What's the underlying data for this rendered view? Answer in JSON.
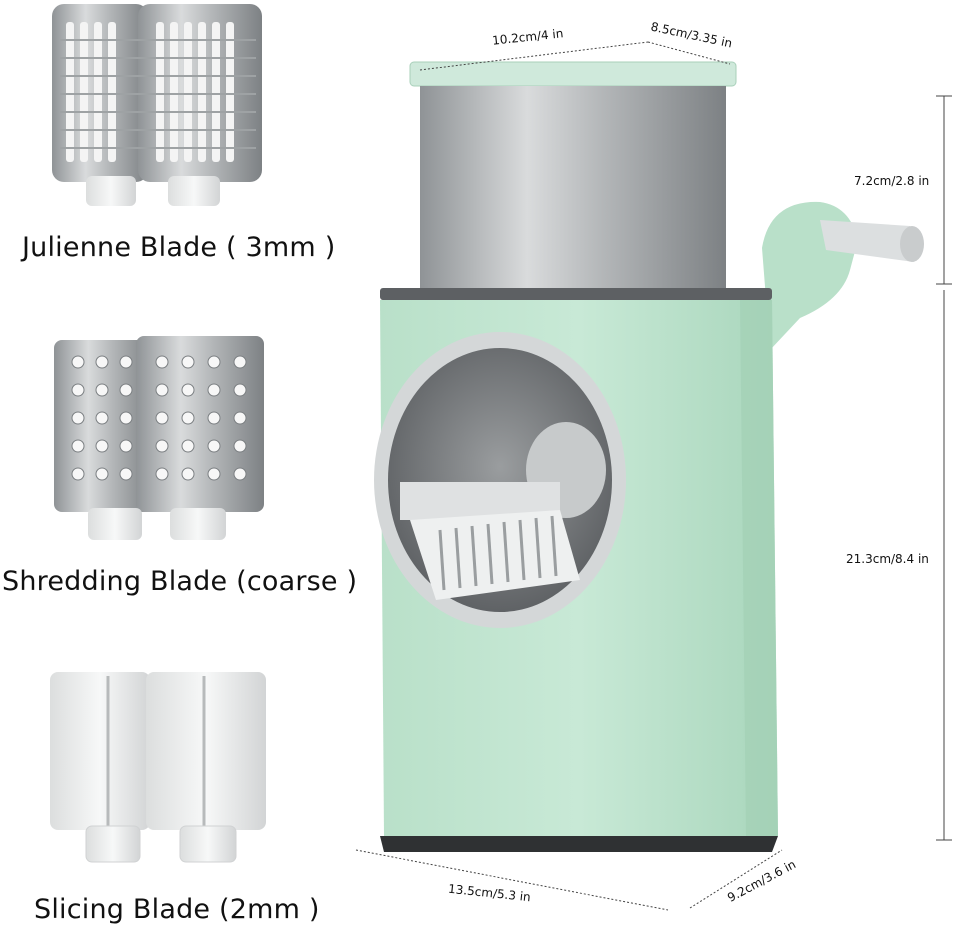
{
  "blades": [
    {
      "label": "Julienne Blade ( 3mm )"
    },
    {
      "label": "Shredding Blade (coarse )"
    },
    {
      "label": "Slicing Blade (2mm )"
    }
  ],
  "dimensions": {
    "top_width": "10.2cm/4 in",
    "top_depth": "8.5cm/3.35 in",
    "hopper_height": "7.2cm/2.8 in",
    "body_height": "21.3cm/8.4 in",
    "base_width": "13.5cm/5.3 in",
    "base_depth": "9.2cm/3.6 in"
  },
  "colors": {
    "body": "#c4e6d2",
    "body_shade": "#a6d3b8",
    "steel": "#b9bcbd",
    "white_plastic": "#f2f3f3"
  }
}
